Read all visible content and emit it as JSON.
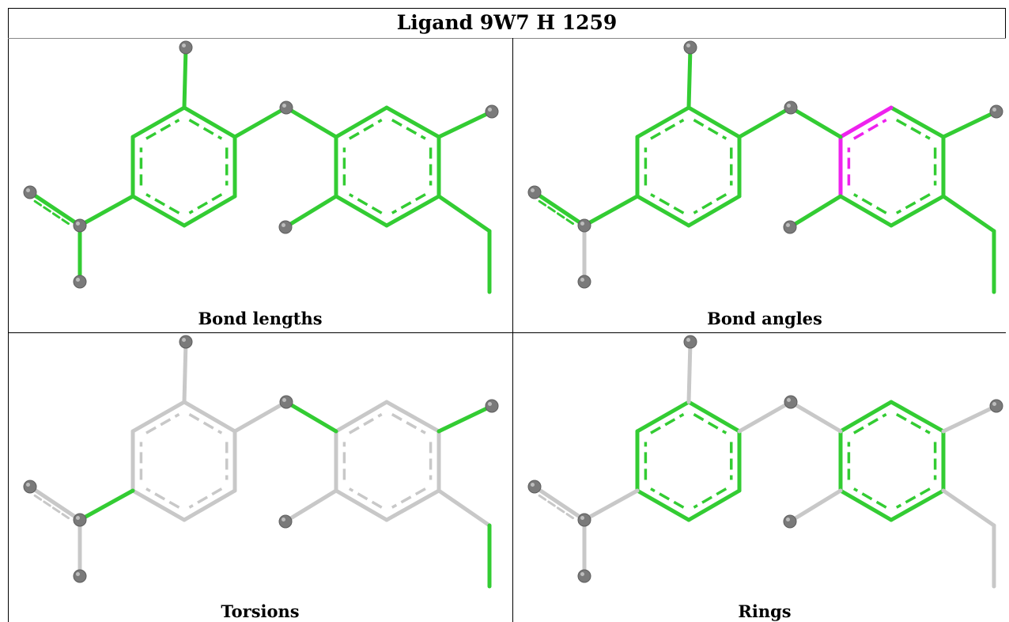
{
  "title": "Ligand 9W7 H 1259",
  "colors": {
    "pass": "#33cc33",
    "outlier": "#ee22ee",
    "neutral": "#c8c8c8",
    "atom": "#7a7a7a"
  },
  "panels": [
    {
      "id": "bond-lengths",
      "caption": "Bond lengths",
      "bond_colors": [
        "pass",
        "pass",
        "pass",
        "pass",
        "pass",
        "pass",
        "pass",
        "pass",
        "pass",
        "pass",
        "pass",
        "pass",
        "pass",
        "pass",
        "pass",
        "pass",
        "pass",
        "pass",
        "pass",
        "pass",
        "pass",
        "pass",
        "pass"
      ]
    },
    {
      "id": "bond-angles",
      "caption": "Bond angles",
      "bond_colors": [
        "pass",
        "pass",
        "pass",
        "pass",
        "pass",
        "pass",
        "pass",
        "pass",
        "pass",
        "pass",
        "outlier",
        "outlier",
        "pass",
        "pass",
        "pass",
        "pass",
        "pass",
        "pass",
        "pass",
        "pass",
        "pass",
        "neutral",
        "pass"
      ]
    },
    {
      "id": "torsions",
      "caption": "Torsions",
      "bond_colors": [
        "neutral",
        "neutral",
        "neutral",
        "neutral",
        "neutral",
        "neutral",
        "neutral",
        "neutral",
        "neutral",
        "neutral",
        "neutral",
        "neutral",
        "neutral",
        "neutral",
        "pass",
        "pass",
        "neutral",
        "pass",
        "neutral",
        "pass",
        "neutral",
        "neutral",
        "neutral"
      ]
    },
    {
      "id": "rings",
      "caption": "Rings",
      "bond_colors": [
        "pass",
        "pass",
        "pass",
        "pass",
        "pass",
        "pass",
        "pass",
        "pass",
        "pass",
        "pass",
        "pass",
        "pass",
        "neutral",
        "neutral",
        "neutral",
        "neutral",
        "neutral",
        "neutral",
        "neutral",
        "neutral",
        "neutral",
        "neutral",
        "neutral"
      ]
    }
  ]
}
